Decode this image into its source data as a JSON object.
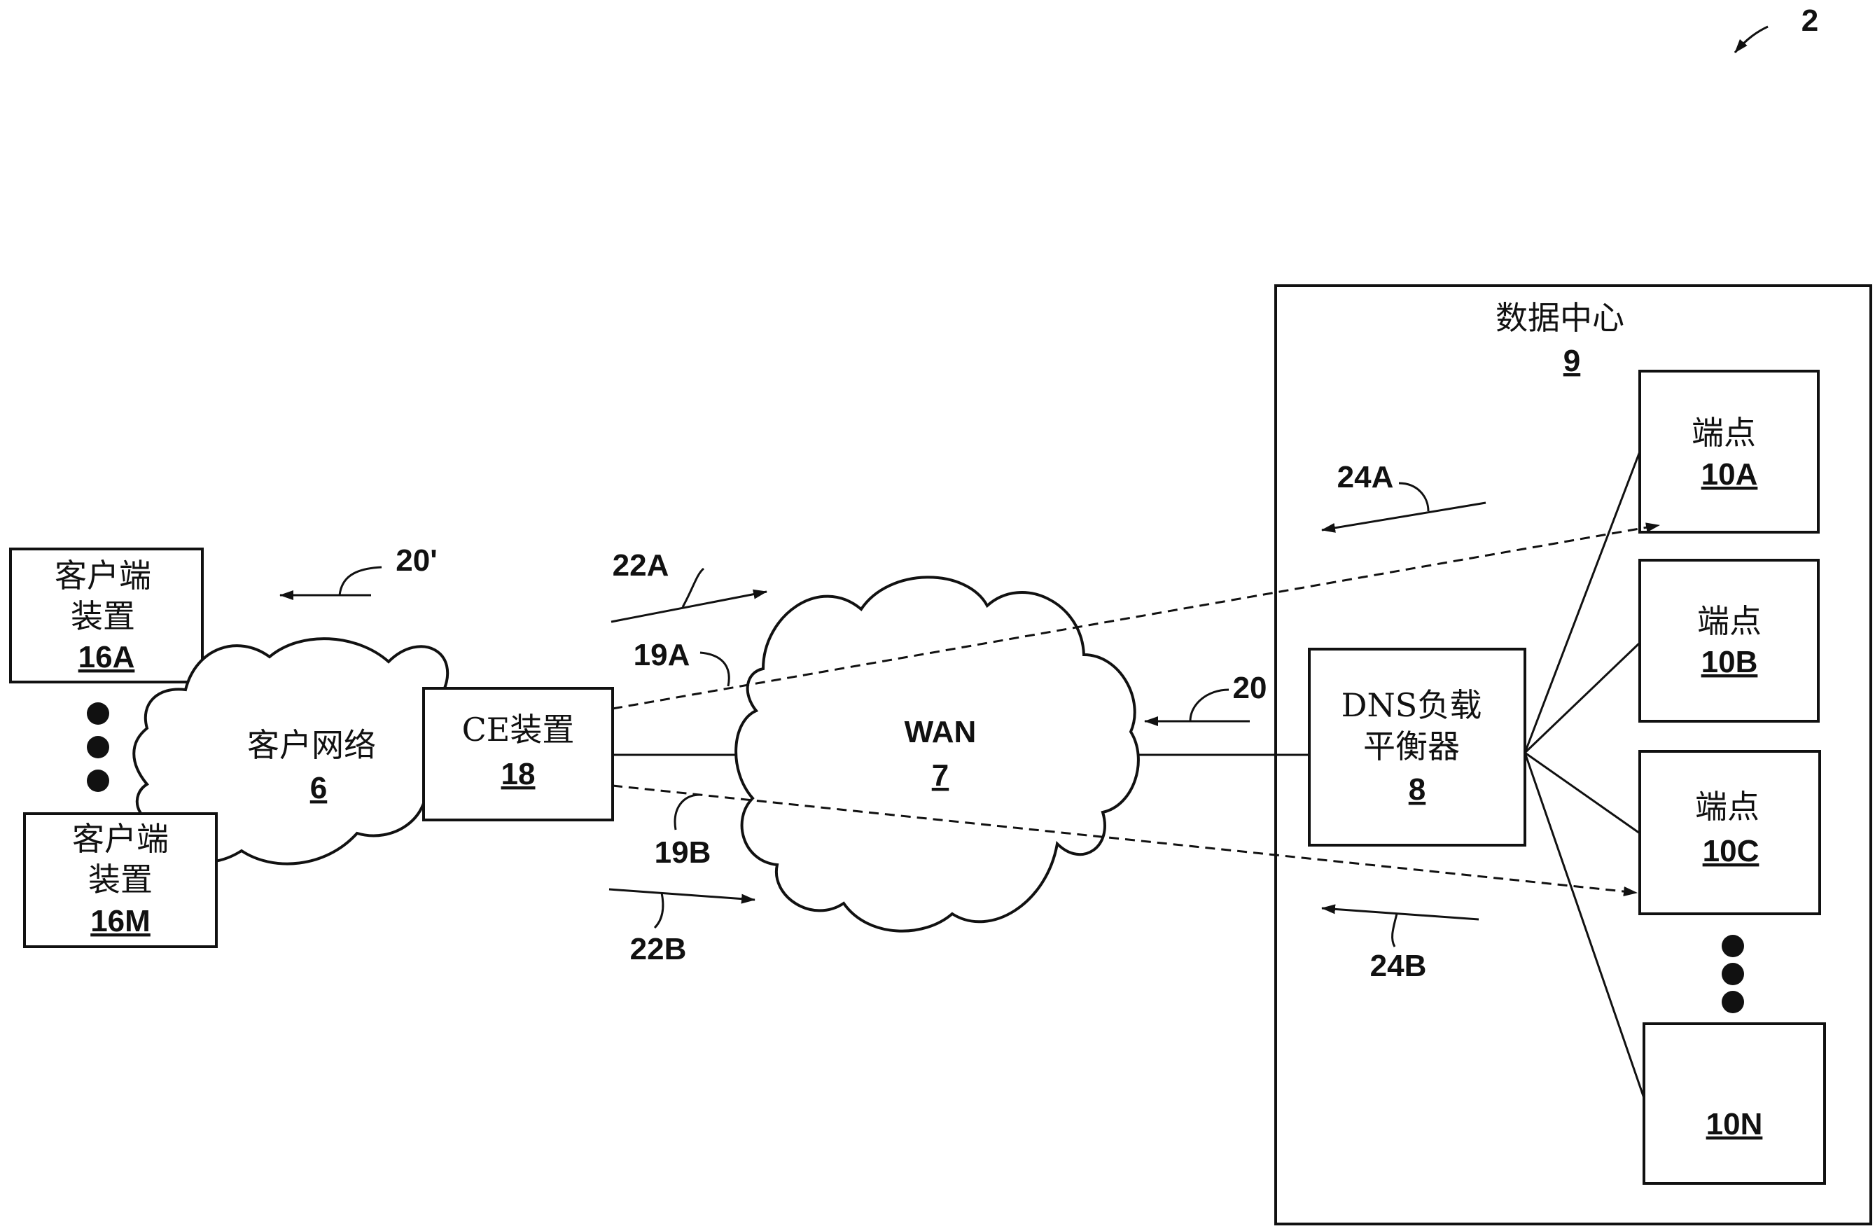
{
  "figure_number": "2",
  "data_center": {
    "title": "数据中心",
    "ref": "9"
  },
  "client_device_a": {
    "line1": "客户端",
    "line2": "装置",
    "ref": "16A"
  },
  "client_device_m": {
    "line1": "客户端",
    "line2": "装置",
    "ref": "16M"
  },
  "customer_network": {
    "label": "客户网络",
    "ref": "6"
  },
  "ce_device": {
    "label": "CE装置",
    "ref": "18"
  },
  "wan": {
    "label": "WAN",
    "ref": "7"
  },
  "dns_load_balancer": {
    "line1": "DNS负载",
    "line2": "平衡器",
    "ref": "8"
  },
  "endpoints": [
    {
      "label": "端点",
      "ref": "10A"
    },
    {
      "label": "端点",
      "ref": "10B"
    },
    {
      "label": "端点",
      "ref": "10C"
    },
    {
      "label": "",
      "ref": "10N"
    }
  ],
  "flow_labels": {
    "a20_prime": "20'",
    "a20": "20",
    "a22a": "22A",
    "a22b": "22B",
    "a19a": "19A",
    "a19b": "19B",
    "a24a": "24A",
    "a24b": "24B"
  }
}
